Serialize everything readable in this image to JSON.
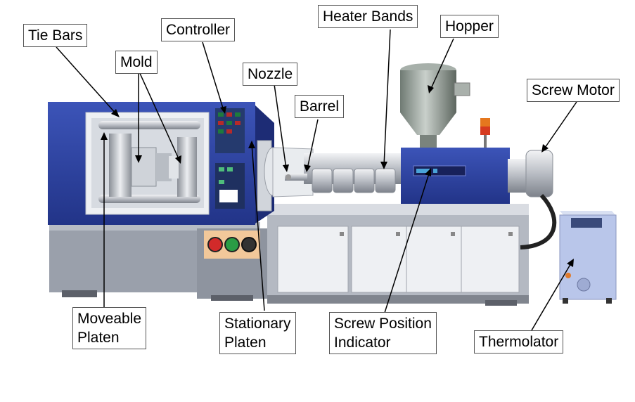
{
  "figure": {
    "labels": {
      "tie_bars": "Tie Bars",
      "mold": "Mold",
      "controller": "Controller",
      "nozzle": "Nozzle",
      "barrel": "Barrel",
      "heater_bands": "Heater Bands",
      "hopper": "Hopper",
      "screw_motor": "Screw Motor",
      "moveable_platen_line1": "Moveable",
      "moveable_platen_line2": "Platen",
      "stationary_platen_line1": "Stationary",
      "stationary_platen_line2": "Platen",
      "screw_position_indicator_line1": "Screw Position",
      "screw_position_indicator_line2": "Indicator",
      "thermolator": "Thermolator"
    },
    "colors": {
      "machine_blue": "#2c3f9a",
      "base_gray": "#9aa0ab",
      "cabinet_white": "#eef0f3",
      "thermolator_blue": "#b9c6ea",
      "steel": "#c8ccd2"
    }
  }
}
